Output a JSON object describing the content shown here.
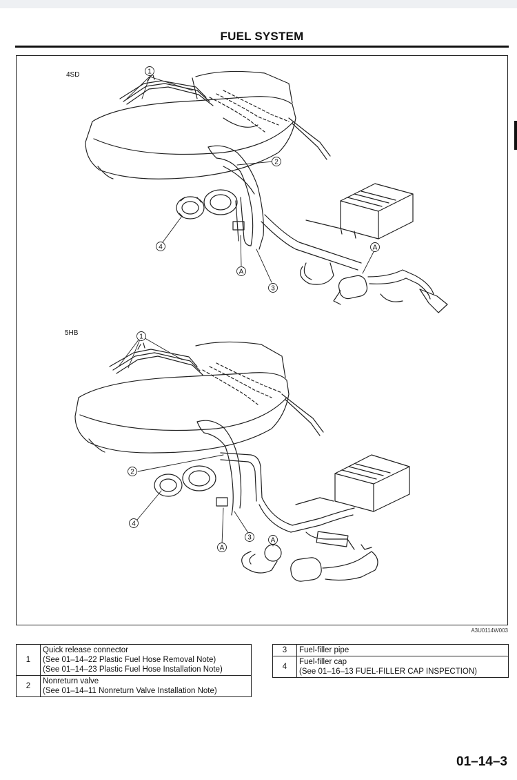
{
  "header": {
    "title": "FUEL SYSTEM"
  },
  "figure": {
    "panel_top_label": "4SD",
    "panel_bottom_label": "5HB",
    "figure_code": "A3U0114W003",
    "callouts": {
      "c1": "1",
      "c2": "2",
      "c3": "3",
      "c4": "4",
      "cA": "A"
    }
  },
  "legend": {
    "left": [
      {
        "num": "1",
        "lines": [
          "Quick release connector",
          "(See 01–14–22 Plastic Fuel Hose Removal Note)",
          "(See 01–14–23 Plastic Fuel Hose Installation Note)"
        ]
      },
      {
        "num": "2",
        "lines": [
          "Nonreturn valve",
          "(See 01–14–11 Nonreturn Valve Installation Note)"
        ]
      }
    ],
    "right": [
      {
        "num": "3",
        "lines": [
          "Fuel-filler pipe"
        ]
      },
      {
        "num": "4",
        "lines": [
          "Fuel-filler cap",
          "(See 01–16–13 FUEL-FILLER CAP INSPECTION)"
        ]
      }
    ]
  },
  "footer": {
    "page_number": "01–14–3"
  }
}
